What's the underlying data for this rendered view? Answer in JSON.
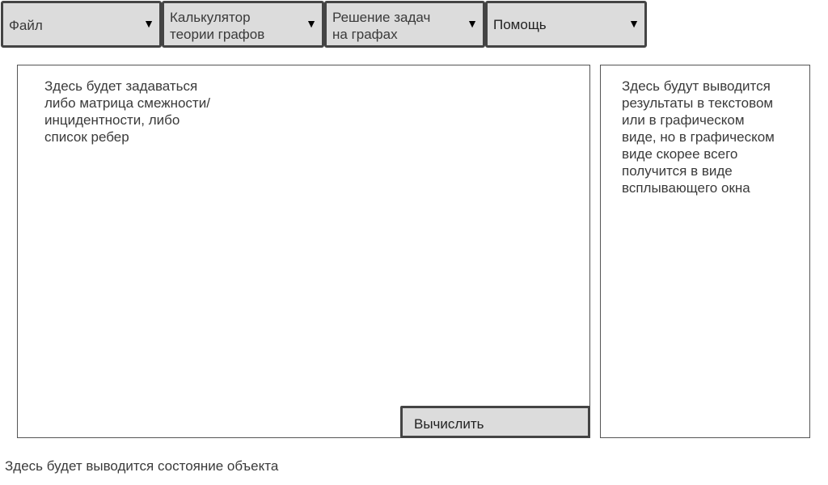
{
  "menu": {
    "file": {
      "line1": "Файл",
      "line2": "",
      "arrow": "▼"
    },
    "calc": {
      "line1": "Калькулятор",
      "line2": "теории графов",
      "arrow": "▼"
    },
    "solve": {
      "line1": "Решение задач",
      "line2": "на графах",
      "arrow": "▼"
    },
    "help": {
      "line1": "Помощь",
      "line2": "",
      "arrow": "▼"
    }
  },
  "input_panel": {
    "lines": [
      "Здесь будет задаваться",
      "либо матрица смежности/",
      "инцидентности, либо",
      "список ребер"
    ]
  },
  "output_panel": {
    "lines": [
      "Здесь будут выводится",
      "результаты в текстовом",
      "или в графическом",
      "виде, но в графическом",
      "виде скорее всего",
      "получится в виде",
      "всплывающего окна"
    ]
  },
  "calc_button": {
    "label": "Вычислить"
  },
  "status": {
    "text": "Здесь будет выводится состояние объекта"
  }
}
